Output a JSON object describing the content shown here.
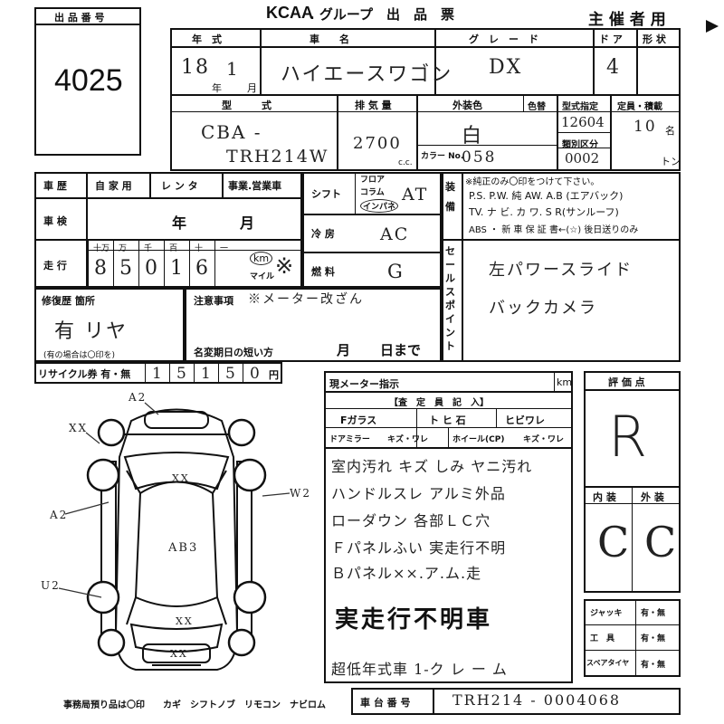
{
  "header": {
    "lot_label": "出 品 番 号",
    "lot_number": "4025",
    "brand_logo": "KCAA",
    "title": ". グループ　出　品　票",
    "organizer": "主 催 者 用"
  },
  "row1_labels": {
    "year": "年　式",
    "name": "車　　名",
    "grade": "グ　レ　ー　ド",
    "doors": "ド ア",
    "shape": "形 状"
  },
  "row1_values": {
    "year_era": "18",
    "month": "1",
    "year_suffix": "年",
    "month_suffix": "月",
    "name": "ハイエースワゴン",
    "grade": "DX",
    "doors": "4"
  },
  "row2_labels": {
    "model": "型　　　式",
    "displacement": "排 気 量",
    "ext_color": "外装色",
    "color_code_label": "色替",
    "type_designation": "型式指定",
    "category": "類別区分",
    "capacity": "定員・積載",
    "color_no_label": "カラー No.",
    "cc_unit": "c.c."
  },
  "row2_values": {
    "model_line1": "CBA -",
    "model_line2": "TRH214W",
    "displacement": "2700",
    "ext_color": "白",
    "color_code": "058",
    "type_designation": "12604",
    "category": "0002",
    "capacity": "10",
    "capacity_unit": "名",
    "load_unit": "トン"
  },
  "history": {
    "label": "車 歴",
    "private": "自 家 用",
    "rental": "レ ン タ",
    "business": "事業.営業車"
  },
  "inspection": {
    "label": "車 検",
    "year": "年",
    "month": "月"
  },
  "mileage": {
    "label": "走 行",
    "digit_labels": [
      "十万",
      "万",
      "千",
      "百",
      "十",
      "一"
    ],
    "digits": [
      "8",
      "5",
      "0",
      "1",
      "6"
    ],
    "unit_km": "km",
    "unit_mile": "マイル",
    "mark": "※"
  },
  "shift": {
    "label": "シフト",
    "options": [
      "フロア",
      "コラム",
      "インパネ"
    ],
    "value": "AT"
  },
  "ac": {
    "label": "冷 房",
    "value": "AC"
  },
  "fuel": {
    "label": "燃 料",
    "value": "G"
  },
  "equipment": {
    "label": "装 備",
    "note": "※純正のみ〇印をつけて下さい。",
    "line1": "P.S.  P.W.  純 AW.  A.B (エアバック)",
    "line2": "TV. ナ ビ. カ ワ. S R(サンルーフ)",
    "line3": "ABS ・ 新 車 保 証 書←(☆) 後日送りのみ"
  },
  "sales_point": {
    "label": "セールスポイント",
    "line1": "左パワースライド",
    "line2": "バックカメラ"
  },
  "repair": {
    "label": "修復歴 箇所",
    "value": "有 リヤ",
    "note": "(有の場合は〇印を)"
  },
  "notes": {
    "label": "注意事項",
    "value": "※メーター改ざん",
    "transfer_label": "名変期日の短い方",
    "month": "月",
    "day": "日まで"
  },
  "recycle": {
    "label": "リサイクル券 有・無",
    "digits": [
      "1",
      "5",
      "1",
      "5",
      "0"
    ],
    "unit": "円"
  },
  "inspector": {
    "meter_label": "現メーター指示",
    "meter_unit": "km",
    "section_title": "【査　定　員　記　入】",
    "glass": "Fガラス",
    "glass_options": "ト ヒ 石",
    "glass_crack": "ヒビワレ",
    "mirror": "ドアミラー",
    "mirror_options": "キズ・ワレ",
    "wheel": "ホイール(CP)",
    "wheel_options": "キズ・ワレ",
    "remarks": [
      "室内汚れ キズ しみ ヤニ汚れ",
      "ハンドルスレ アルミ外品",
      "ローダウン 各部ＬＣ穴",
      "Ｆパネルふい 実走行不明",
      "Ｂパネル××.ア.ム.走"
    ],
    "stamp": "実走行不明車",
    "bottom_note": "超低年式車 1-ク レ ー ム"
  },
  "ratings": {
    "label": "評 価 点",
    "score": "R",
    "interior_label": "内 装",
    "exterior_label": "外 装",
    "interior": "C",
    "exterior": "C"
  },
  "equipment_check": {
    "jack": "ジャッキ",
    "tools": "工　具",
    "spare": "スペアタイヤ",
    "yes_no": "有・無"
  },
  "diagram": {
    "marks": [
      "A2",
      "XX",
      "W2",
      "A2",
      "XX",
      "U2",
      "AB3",
      "XX",
      "XX"
    ]
  },
  "footer": {
    "office_note": "事務局預り品は〇印　　カギ　シフトノブ　リモコン　ナビロム",
    "chassis_label": "車 台 番 号",
    "chassis_number": "TRH214 - 0004068"
  }
}
